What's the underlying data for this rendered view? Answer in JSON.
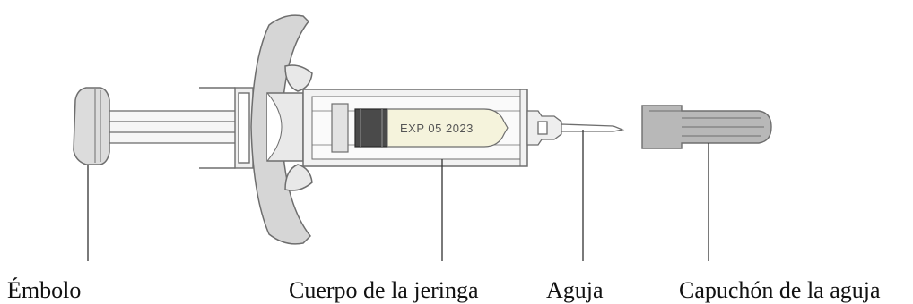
{
  "labels": {
    "plunger": "Émbolo",
    "barrel": "Cuerpo de la jeringa",
    "needle": "Aguja",
    "needle_cap": "Capuchón de la aguja"
  },
  "syringe": {
    "expiry_text": "EXP 05 2023"
  },
  "colors": {
    "outline": "#6e6e6e",
    "plunger_cap": "#dcdcdc",
    "finger_flange": "#cfcfcf",
    "barrel_fill": "#f2f2f2",
    "label_fill": "#f5f3dc",
    "needle_cap_fill": "#b8b8b8",
    "callout_line": "#333333"
  }
}
